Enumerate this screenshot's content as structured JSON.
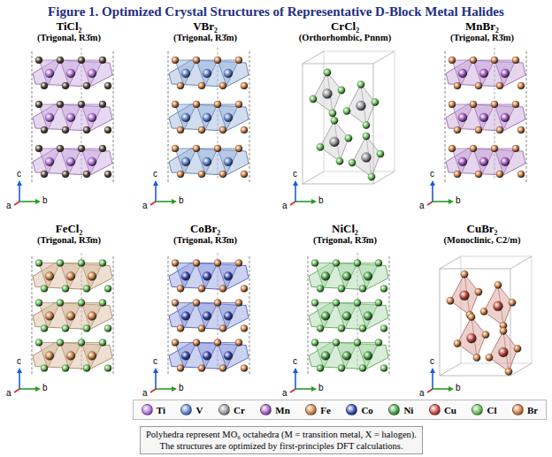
{
  "diagram": {
    "title": "Figure 1. Optimized Crystal Structures of Representative D-Block Metal Halides",
    "caption": "Polyhedra represent MO₆ octahedra (M = transition metal, X = halogen). The structures are optimized by first-principles DFT calculations.",
    "labels": [
      "TiCl₂",
      "(Trigonal, R3̄m)",
      "c",
      "a",
      "b",
      "VBr₂",
      "(Trigonal, R3̄m)",
      "c",
      "a",
      "b",
      "CrCl₂",
      "(Orthorhombic, Pnnm)",
      "c",
      "a",
      "b",
      "MnBr₂",
      "(Trigonal, R3̄m)",
      "c",
      "a",
      "b",
      "FeCl₂",
      "(Trigonal, R3̄m)",
      "c",
      "a",
      "b",
      "CoBr₂",
      "(Trigonal, R3̄m)",
      "c",
      "a",
      "b",
      "NiCl₂",
      "(Trigonal, R3̄m)",
      "c",
      "a",
      "b",
      "CuBr₂",
      "(Monoclinic, C2/m)",
      "c",
      "a",
      "b"
    ],
    "legend": [
      {
        "text": "Ti",
        "color": "#a866d8"
      },
      {
        "text": "V",
        "color": "#5078c8"
      },
      {
        "text": "Cr",
        "color": "#8c8c94"
      },
      {
        "text": "Mn",
        "color": "#9a4cc0"
      },
      {
        "text": "Fe",
        "color": "#c87838"
      },
      {
        "text": "Co",
        "color": "#2a3aa8"
      },
      {
        "text": "Ni",
        "color": "#3a9a3a"
      },
      {
        "text": "Cu",
        "color": "#c03a30"
      },
      {
        "text": "Cl",
        "color": "#58b848"
      },
      {
        "text": "Br",
        "color": "#c87030"
      }
    ]
  }
}
